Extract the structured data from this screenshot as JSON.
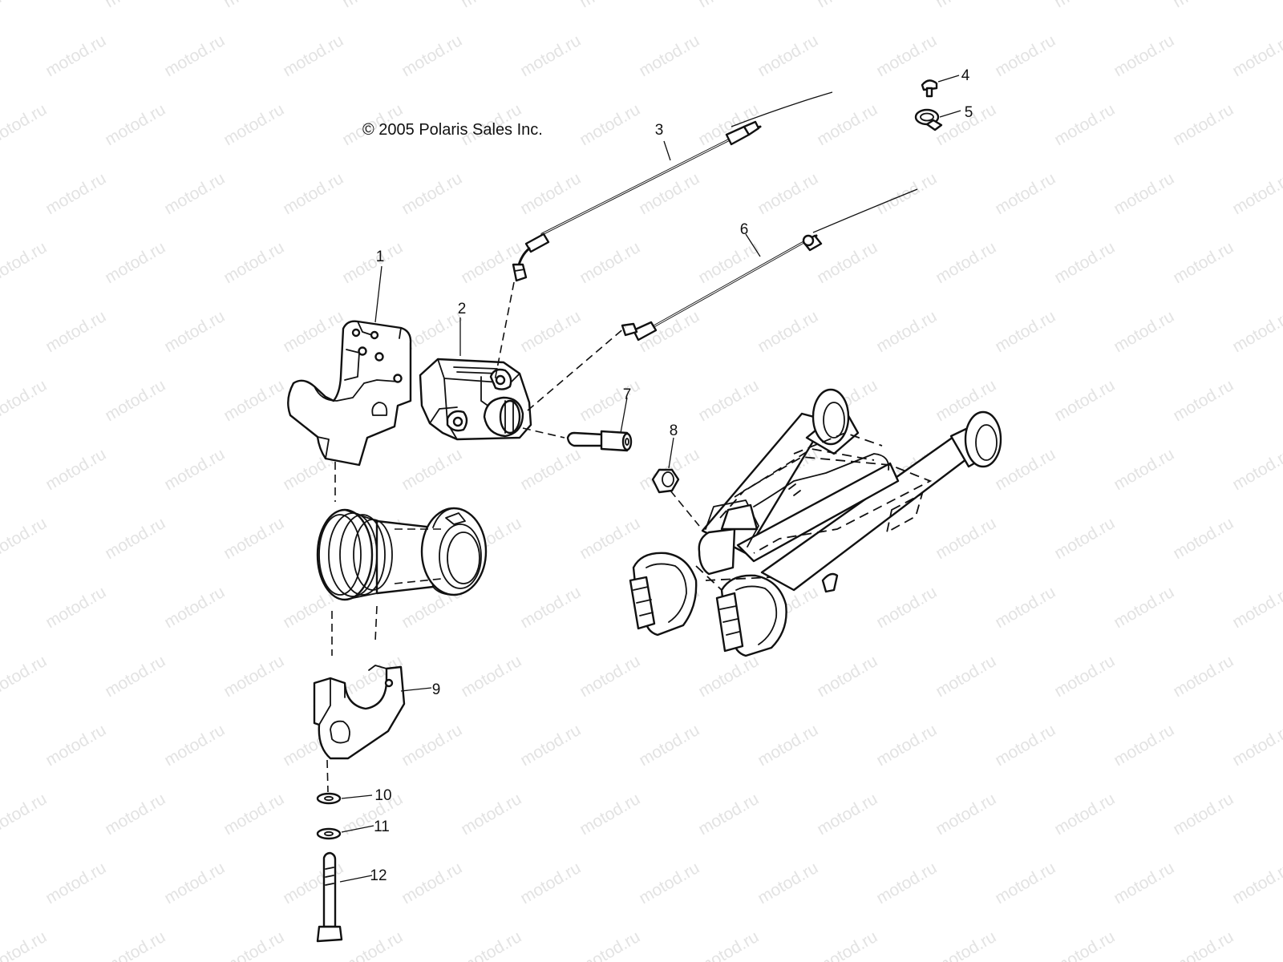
{
  "watermark": "motod.ru",
  "copyright": "© 2005 Polaris Sales Inc.",
  "callouts": [
    "1",
    "2",
    "3",
    "4",
    "5",
    "6",
    "7",
    "8",
    "9",
    "10",
    "11",
    "12"
  ],
  "colors": {
    "line": "#111111",
    "background": "#ffffff",
    "watermark": "#e3e3e3"
  }
}
